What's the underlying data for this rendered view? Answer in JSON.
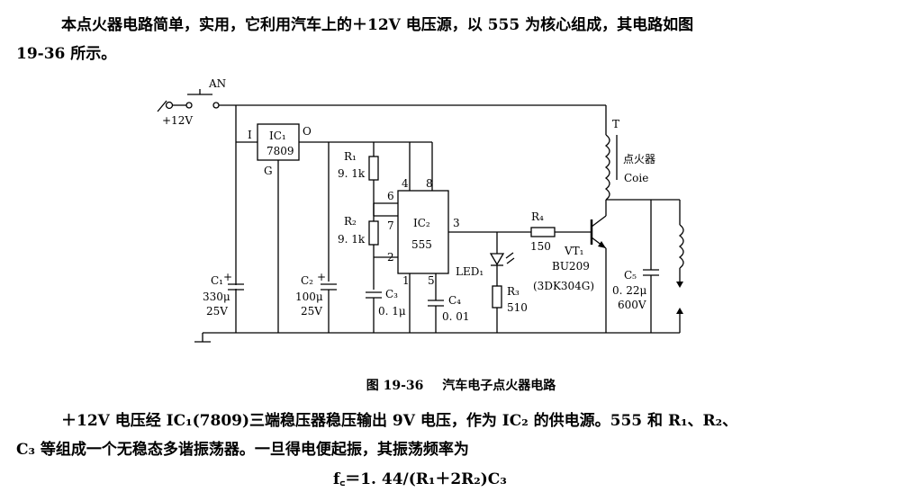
{
  "intro_line1": "本点火器电路简单，实用，它利用汽车上的＋12V 电压源，以 555 为核心组成，其电路如图",
  "intro_line2": "19-36 所示。",
  "caption": {
    "fig_no": "图 19-36",
    "title": "汽车电子点火器电路"
  },
  "body_line1": "＋12V 电压经 IC₁(7809)三端稳压器稳压输出 9V 电压，作为 IC₂ 的供电源。555 和 R₁、R₂、",
  "body_line2": "C₃ 等组成一个无稳态多谐振荡器。一旦得电便起振，其振荡频率为",
  "formula": "f꜀＝1. 44/(R₁＋2R₂)C₃",
  "circuit": {
    "an": "AN",
    "vin": "+12V",
    "ic1": {
      "name": "IC₁",
      "part": "7809",
      "pin_in": "I",
      "pin_out": "O",
      "pin_gnd": "G"
    },
    "ic2": {
      "name": "IC₂",
      "part": "555",
      "pins": [
        "4",
        "8",
        "6",
        "7",
        "2",
        "3",
        "1",
        "5"
      ]
    },
    "r1": {
      "name": "R₁",
      "value": "9. 1k"
    },
    "r2": {
      "name": "R₂",
      "value": "9. 1k"
    },
    "r3": {
      "name": "R₃",
      "value": "510"
    },
    "r4": {
      "name": "R₄",
      "value": "150"
    },
    "c1": {
      "name": "C₁",
      "value1": "330μ",
      "value2": "25V"
    },
    "c2": {
      "name": "C₂",
      "value1": "100μ",
      "value2": "25V"
    },
    "c3": {
      "name": "C₃",
      "value": "0. 1μ"
    },
    "c4": {
      "name": "C₄",
      "value": "0. 01"
    },
    "c5": {
      "name": "C₅",
      "value1": "0. 22μ",
      "value2": "600V"
    },
    "led": "LED₁",
    "vt": {
      "name": "VT₁",
      "part": "BU209",
      "alt": "(3DK304G)"
    },
    "t": {
      "name": "T",
      "label1": "点火器",
      "label2": "Coie"
    },
    "plus": "+"
  }
}
